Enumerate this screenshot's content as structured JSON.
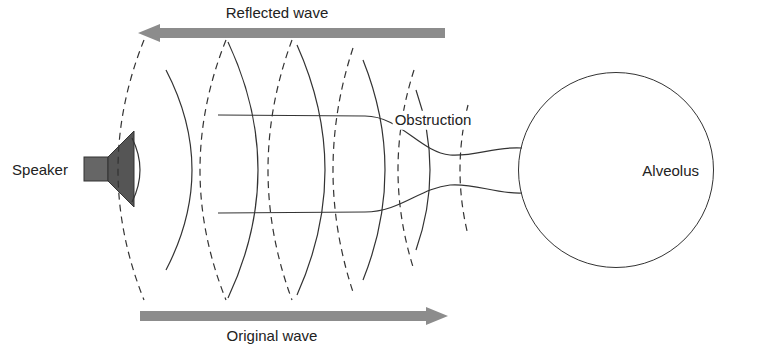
{
  "diagram": {
    "nodes": [
      {
        "text": [
          "Alveolus"
        ]
      }
    ],
    "labels": [
      "Reflected wave",
      "Original wave",
      "Speaker",
      "Obstruction"
    ]
  }
}
